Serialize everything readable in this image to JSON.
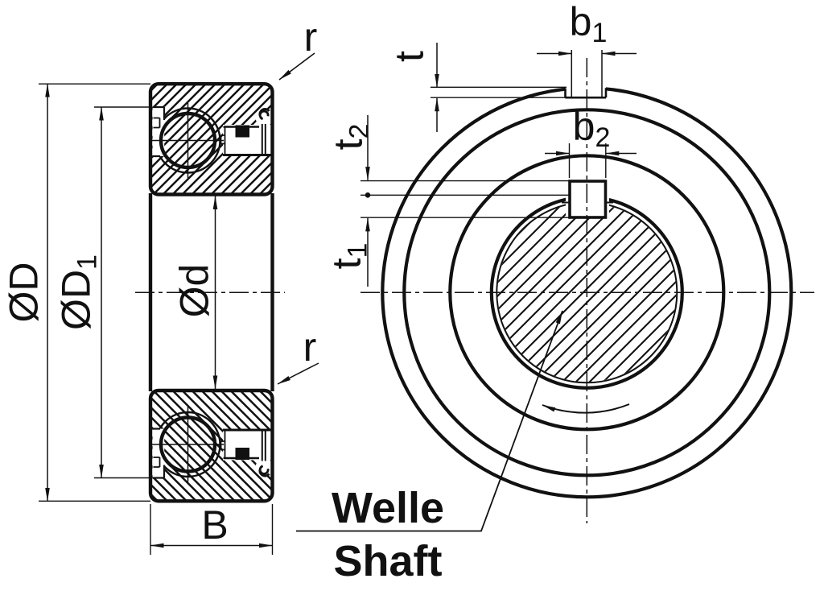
{
  "drawing_title": "bearing-with-keyed-shaft-technical-drawing",
  "colors": {
    "ink": "#111111",
    "background": "#ffffff"
  },
  "labels": {
    "outer_diameter": "ØD",
    "shoulder_diameter": {
      "base": "ØD",
      "sub": "1"
    },
    "bore_diameter": "Ød",
    "width": "B",
    "chamfer_radius_top": "r",
    "chamfer_radius_bottom": "r",
    "ring_slot_width": {
      "base": "b",
      "sub": "1"
    },
    "keyway_width": {
      "base": "b",
      "sub": "2"
    },
    "ring_slot_depth": "t",
    "keyway_depth": {
      "base": "t",
      "sub": "1"
    },
    "key_protrusion": {
      "base": "t",
      "sub": "2"
    },
    "shaft_annotation": {
      "de": "Welle",
      "en": "Shaft"
    }
  }
}
